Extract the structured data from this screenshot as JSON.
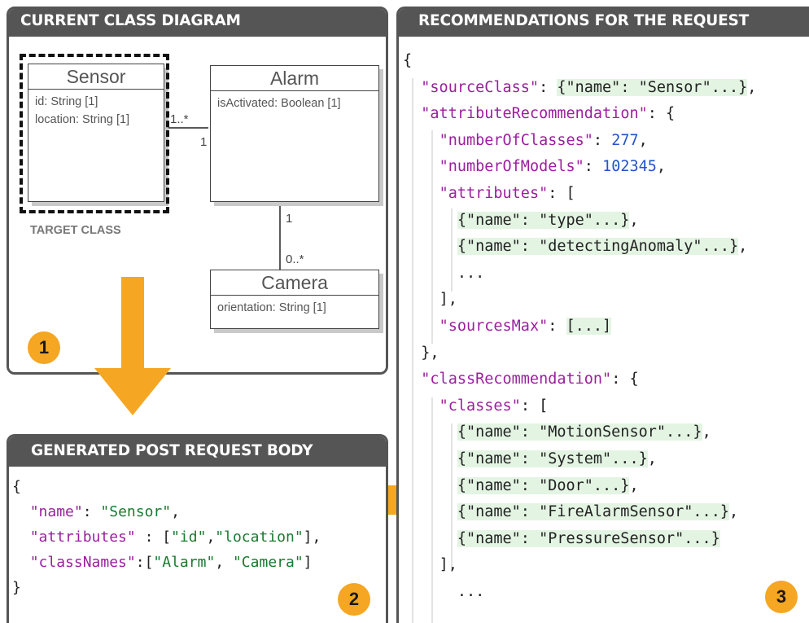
{
  "panel1": {
    "title": "CURRENT CLASS DIAGRAM",
    "classes": {
      "sensor": {
        "name": "Sensor",
        "attrs": [
          "id: String [1]",
          "location: String [1]"
        ]
      },
      "alarm": {
        "name": "Alarm",
        "attrs": [
          "isActivated: Boolean [1]"
        ]
      },
      "camera": {
        "name": "Camera",
        "attrs": [
          "orientation: String [1]"
        ]
      }
    },
    "multiplicities": {
      "sensor_alarm_src": "1..*",
      "sensor_alarm_dst": "1",
      "alarm_camera_src": "1",
      "alarm_camera_dst": "0..*"
    },
    "target_label": "TARGET CLASS",
    "badge": "1"
  },
  "panel2": {
    "title": "GENERATED POST REQUEST BODY",
    "badge": "2",
    "code": {
      "open": "{",
      "name_key": "\"name\"",
      "name_val": "\"Sensor\"",
      "attributes_key": "\"attributes\"",
      "attr_values": [
        "\"id\"",
        "\"location\""
      ],
      "classnames_key": "\"classNames\"",
      "classname_values": [
        "\"Alarm\"",
        "\"Camera\""
      ],
      "close": "}"
    }
  },
  "panel3": {
    "title": "RECOMMENDATIONS FOR THE REQUEST",
    "badge": "3",
    "code": {
      "open": "{",
      "source_class_key": "\"sourceClass\"",
      "source_class_val": "{\"name\": \"Sensor\"...}",
      "attr_rec_key": "\"attributeRecommendation\"",
      "num_classes_key": "\"numberOfClasses\"",
      "num_classes_val": "277",
      "num_models_key": "\"numberOfModels\"",
      "num_models_val": "102345",
      "attributes_key": "\"attributes\"",
      "attr_items": [
        "{\"name\": \"type\"...}",
        "{\"name\": \"detectingAnomaly\"...}"
      ],
      "ellipsis": "...",
      "sources_max_key": "\"sourcesMax\"",
      "sources_max_val": "[...]",
      "class_rec_key": "\"classRecommendation\"",
      "classes_key": "\"classes\"",
      "class_items": [
        "{\"name\": \"MotionSensor\"...}",
        "{\"name\": \"System\"...}",
        "{\"name\": \"Door\"...}",
        "{\"name\": \"FireAlarmSensor\"...}",
        "{\"name\": \"PressureSensor\"...}"
      ]
    }
  },
  "colors": {
    "header": "#555555",
    "badge": "#f5a623",
    "arrow": "#f5a623",
    "keyword": "#9b1f9e",
    "string": "#1a7a30",
    "number": "#2553c7",
    "highlight": "#e3f4e3"
  }
}
